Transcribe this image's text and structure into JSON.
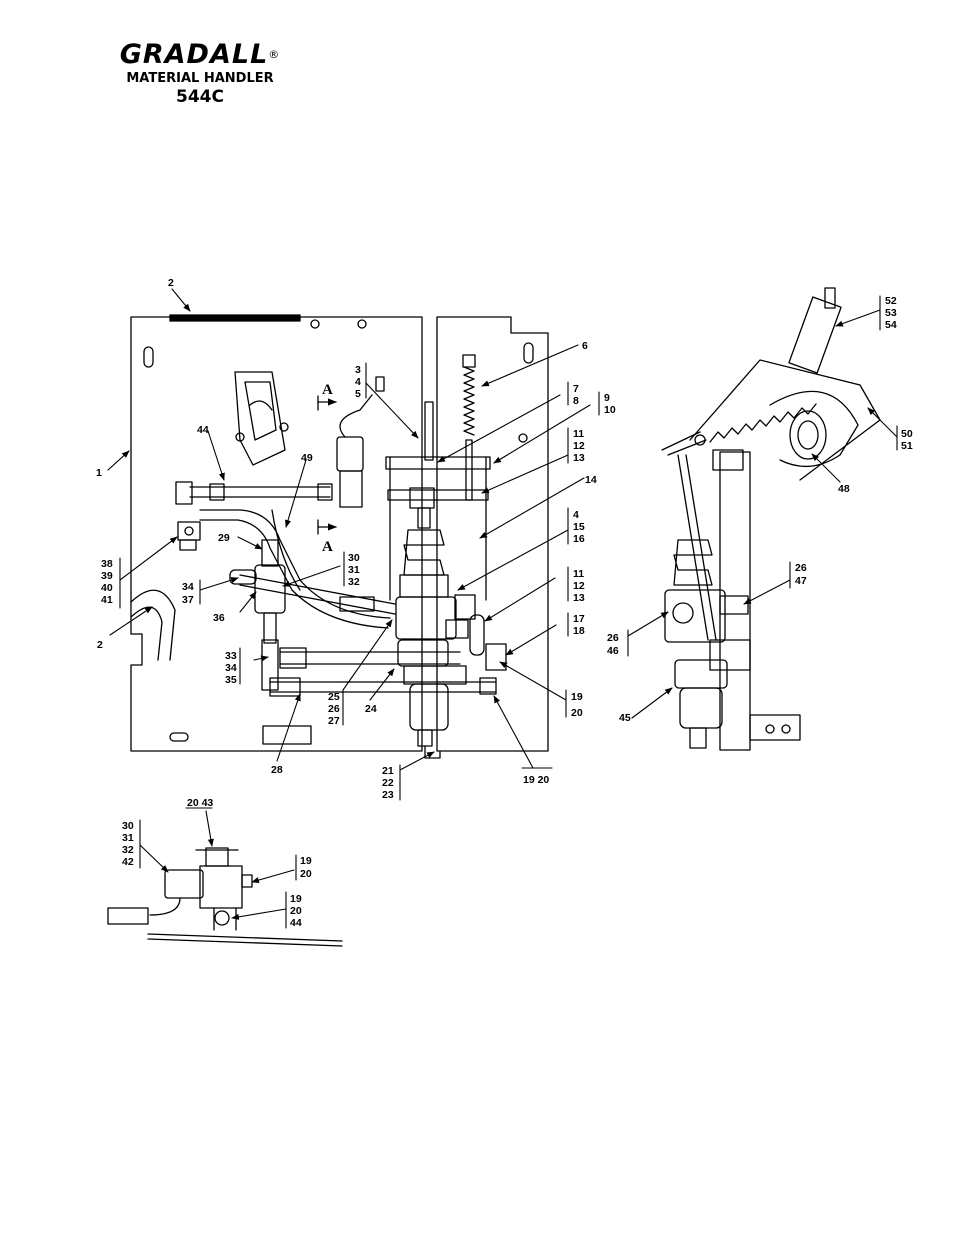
{
  "header": {
    "brand": "GRADALL",
    "registered": "®",
    "subtitle": "MATERIAL HANDLER",
    "model": "544C"
  },
  "callouts": {
    "c_2_top": "2",
    "c_1": "1",
    "c_3": "3",
    "c_4": "4",
    "c_5": "5",
    "c_6": "6",
    "c_7": "7",
    "c_8": "8",
    "c_9": "9",
    "c_10": "10",
    "c_11a": "11",
    "c_12a": "12",
    "c_13a": "13",
    "c_14": "14",
    "c_4b": "4",
    "c_15": "15",
    "c_16": "16",
    "c_44": "44",
    "c_49": "49",
    "c_29": "29",
    "c_30": "30",
    "c_31": "31",
    "c_32": "32",
    "c_38": "38",
    "c_39": "39",
    "c_40": "40",
    "c_41": "41",
    "c_34a": "34",
    "c_37": "37",
    "c_36": "36",
    "c_2_left": "2",
    "c_11b": "11",
    "c_12b": "12",
    "c_13b": "13",
    "c_17": "17",
    "c_18": "18",
    "c_33": "33",
    "c_34b": "34",
    "c_35": "35",
    "c_25": "25",
    "c_26a": "26",
    "c_27": "27",
    "c_24": "24",
    "c_19a": "19",
    "c_20a": "20",
    "c_28": "28",
    "c_1920": "19  20",
    "c_21": "21",
    "c_22": "22",
    "c_23": "23",
    "c_52": "52",
    "c_53": "53",
    "c_54": "54",
    "c_50": "50",
    "c_51": "51",
    "c_48": "48",
    "c_26b": "26",
    "c_47": "47",
    "c_26c": "26",
    "c_46": "46",
    "c_45": "45",
    "c_2043": "20 43",
    "c_30b": "30",
    "c_31b": "31",
    "c_32b": "32",
    "c_42": "42",
    "c_19b": "19",
    "c_20b": "20",
    "c_19c": "19",
    "c_20c": "20",
    "c_44b": "44"
  },
  "section": {
    "a1": "A",
    "a2": "A"
  }
}
